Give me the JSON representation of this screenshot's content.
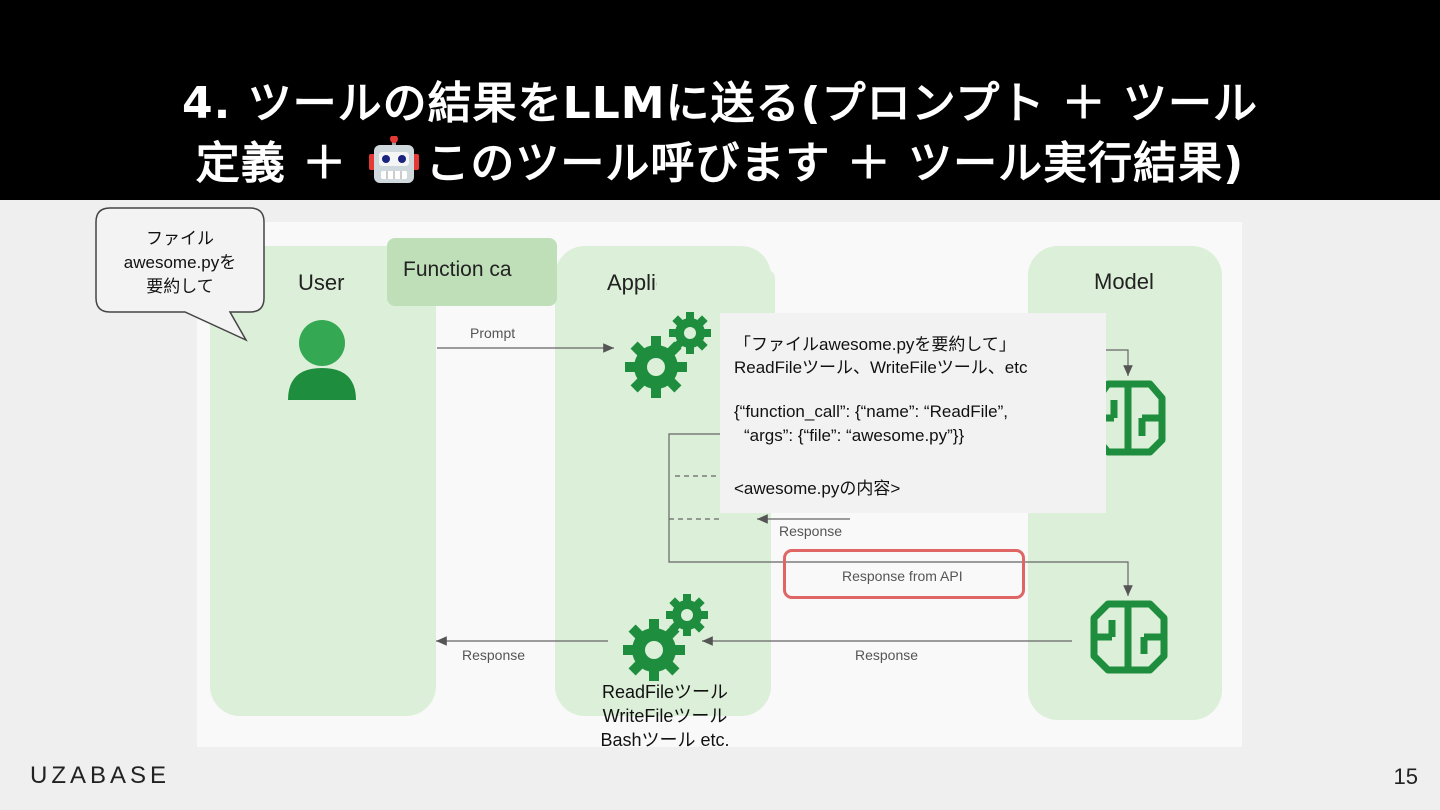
{
  "slide": {
    "title_line1": "4. ツールの結果をLLMに送る(プロンプト ＋ ツール",
    "title_line2_prefix": "定義 ＋ ",
    "title_line2_suffix": "このツール呼びます ＋ ツール実行結果)",
    "title_emoji": "robot-icon",
    "page_number": "15",
    "logo": "UZABASE"
  },
  "speech_bubble": {
    "lines": [
      "ファイル",
      "awesome.pyを",
      "要約して"
    ]
  },
  "diagram": {
    "columns": {
      "user": "User",
      "application": "Application",
      "model": "Model"
    },
    "arrows": {
      "prompt": "Prompt",
      "response_mid": "Response",
      "response_from_api": "Response from API",
      "response_model": "Response",
      "response_user": "Response"
    },
    "function_call_box": "Function ca",
    "icons": {
      "user": "user-avatar-icon",
      "gears": "gears-icon",
      "model": "brain-icon"
    }
  },
  "overlay": {
    "line1": "「ファイルawesome.pyを要約して」",
    "line2": "ReadFileツール、WriteFileツール、etc",
    "line3": "{“function_call”: {“name”: “ReadFile”,",
    "line4": "args”: {“file”: “awesome.py”}}",
    "line4_prefix": "“",
    "line5": "<awesome.pyの内容>"
  },
  "tools_list": [
    "ReadFileツール",
    "WriteFileツール",
    "Bashツール etc."
  ],
  "colors": {
    "title_bg": "#000000",
    "column_bg": "#dcefd8",
    "highlight": "#e06666",
    "icon_green": "#1e8e3e"
  }
}
